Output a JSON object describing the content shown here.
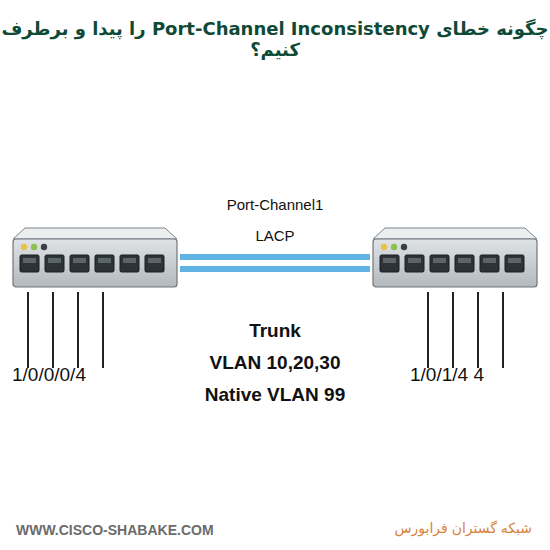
{
  "diagram": {
    "title": "چگونه خطای Port-Channel Inconsistency را پیدا و برطرف کنیم؟",
    "nodes": [
      {
        "text": [
          "1/0/0/0/4"
        ]
      },
      {
        "text": [
          "1/0/1/4 4"
        ]
      }
    ],
    "edges": [
      {
        "from": 0,
        "to": 1,
        "arrow": "none"
      }
    ],
    "labels": [
      "Port-Channel1",
      "LACP",
      "Trunk",
      "VLAN 10,20,30",
      "Native VLAN 99",
      "WWW.CISCO-SHABAKE.COM",
      "شبکه گستران فرابورس"
    ]
  }
}
